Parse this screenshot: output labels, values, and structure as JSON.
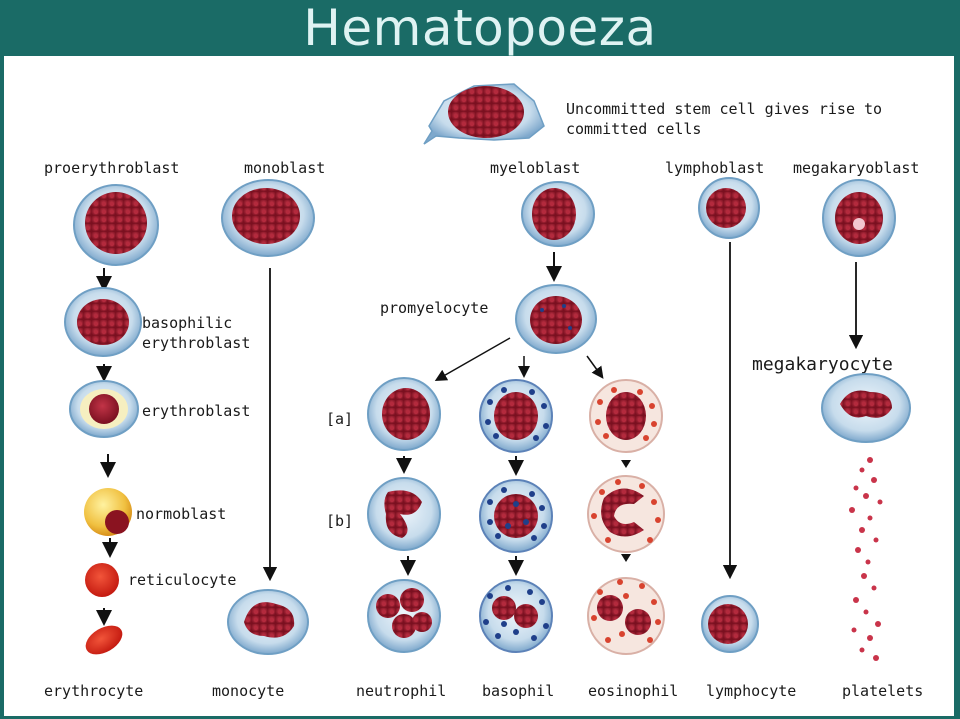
{
  "title": "Hematopoeza",
  "stem_note": [
    "Uncommitted stem cell gives rise to",
    "committed cells"
  ],
  "labels": {
    "proerythroblast": "proerythroblast",
    "monoblast": "monoblast",
    "myeloblast": "myeloblast",
    "lymphoblast": "lymphoblast",
    "megakaryoblast": "megakaryoblast",
    "basophilic_1": "basophilic",
    "basophilic_2": "erythroblast",
    "erythroblast": "erythroblast",
    "normoblast": "normoblast",
    "reticulocyte": "reticulocyte",
    "promyelocyte": "promyelocyte",
    "megakaryocyte": "megakaryocyte",
    "stage_a": "[a]",
    "stage_b": "[b]"
  },
  "bottom_labels": [
    "erythrocyte",
    "monocyte",
    "neutrophil",
    "basophil",
    "eosinophil",
    "lymphocyte",
    "platelets"
  ],
  "colors": {
    "background": "#1a6b66",
    "title_text": "#dff3f3",
    "cytoplasm_blue": "#bcd6e8",
    "cytoplasm_edge": "#6f9fc4",
    "nucleus_red": "#9b1b2a",
    "nucleus_dark": "#6e0f1c",
    "granule_red": "#d8432f",
    "granule_blue": "#1f3f8a",
    "rbc_red": "#d62a1a"
  }
}
